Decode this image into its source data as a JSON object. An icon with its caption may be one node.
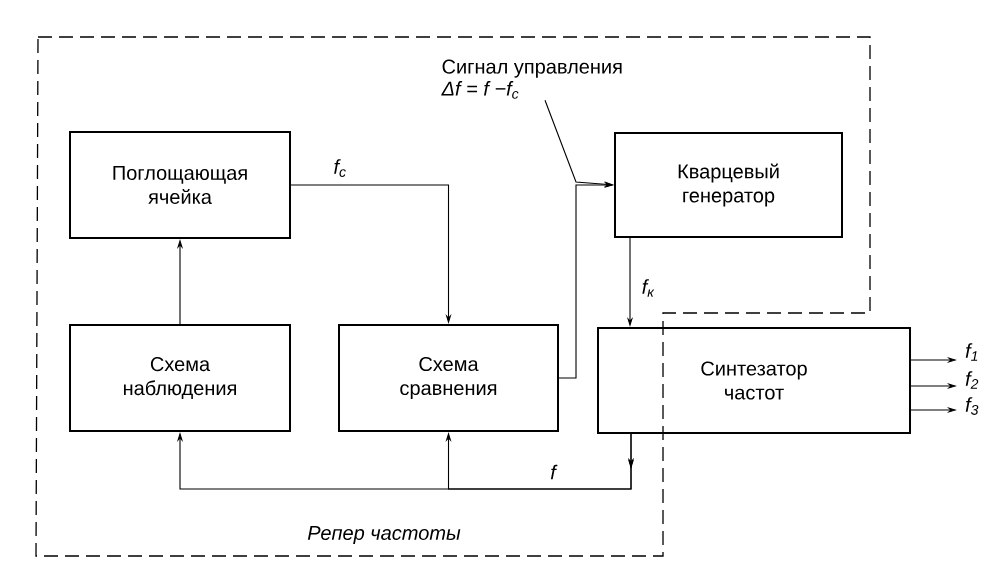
{
  "diagram": {
    "nodes": [
      {
        "text": [
          "Репер частоты"
        ]
      },
      {
        "text": [
          "Поглощающая ячейка"
        ],
        "in": 0
      },
      {
        "text": [
          "Кварцевый генератор"
        ],
        "in": 0
      },
      {
        "text": [
          "Схема наблюдения"
        ],
        "in": 0
      },
      {
        "text": [
          "Схема сравнения"
        ],
        "in": 0
      },
      {
        "text": [
          "Синтезатор частот"
        ]
      },
      {
        "text": [
          "Сигнал управления",
          "Δf = f −f$_{c}$"
        ],
        "in": 0
      }
    ],
    "edges": [
      {
        "from": 1,
        "to": 4,
        "arrow": "to",
        "label": "f$_{c}$"
      },
      {
        "from": 3,
        "to": 1,
        "arrow": "to"
      },
      {
        "from": 4,
        "to": 2,
        "arrow": "to"
      },
      {
        "from": 2,
        "to": 5,
        "arrow": "to",
        "label": "f$_{к}$"
      },
      {
        "from": 5,
        "to": 3,
        "arrow": "to",
        "label": "f"
      },
      {
        "from": 5,
        "to": 4,
        "arrow": "to"
      },
      {
        "from": 5,
        "to": null,
        "arrow": "to",
        "label": "f$_{1}$"
      },
      {
        "from": 5,
        "to": null,
        "arrow": "to",
        "label": "f$_{2}$"
      },
      {
        "from": 5,
        "to": null,
        "arrow": "to",
        "label": "f$_{3}$"
      },
      {
        "from": 6,
        "to": 2,
        "arrow": "to"
      }
    ]
  }
}
